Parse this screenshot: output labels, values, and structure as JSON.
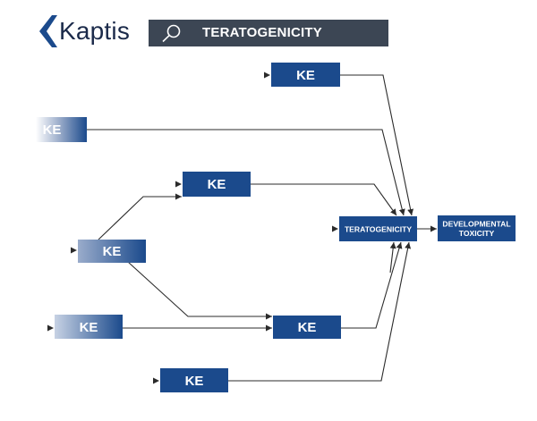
{
  "brand": {
    "name": "Kaptis"
  },
  "search": {
    "label": "TERATOGENICITY"
  },
  "diagram": {
    "nodes": [
      {
        "id": "ke-1",
        "label": "KE"
      },
      {
        "id": "ke-2",
        "label": "KE"
      },
      {
        "id": "ke-3",
        "label": "KE"
      },
      {
        "id": "ke-4",
        "label": "KE"
      },
      {
        "id": "ke-5",
        "label": "KE"
      },
      {
        "id": "ke-6",
        "label": "KE"
      },
      {
        "id": "ke-7",
        "label": "KE"
      },
      {
        "id": "teratogenicity",
        "label": "TERATOGENICITY"
      },
      {
        "id": "developmental-toxicity",
        "label": [
          "DEVELOPMENTAL",
          "TOXICITY"
        ]
      }
    ]
  },
  "colors": {
    "box": "#1b4a8c",
    "box_text": "#ffffff",
    "line": "#2b2b2b",
    "search_bg": "#3c4654"
  }
}
